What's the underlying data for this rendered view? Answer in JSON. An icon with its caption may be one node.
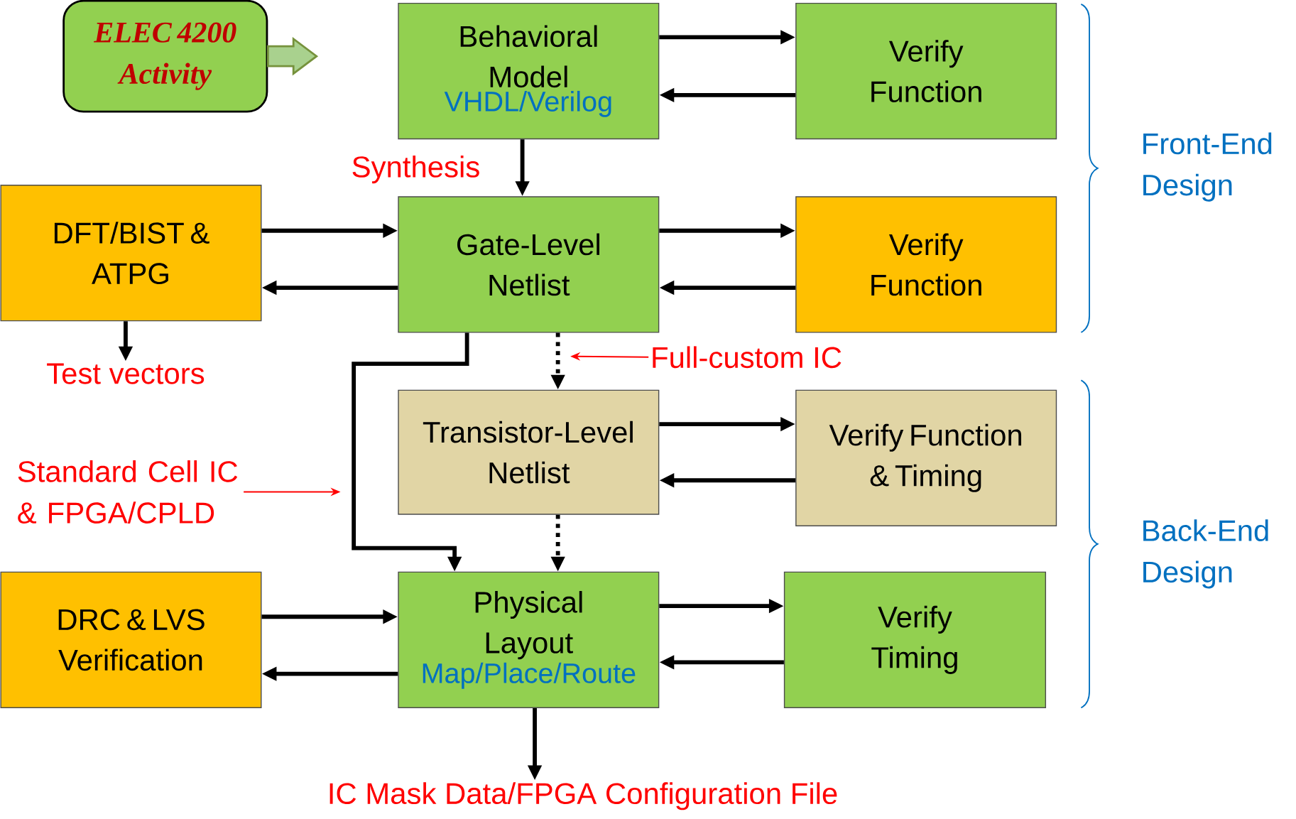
{
  "diagram": {
    "nodes": [
      {
        "text": [
          "ELEC 4200 Activity"
        ]
      },
      {
        "text": [
          "Behavioral Model",
          "VHDL/Verilog"
        ]
      },
      {
        "text": [
          "Verify Function"
        ]
      },
      {
        "text": [
          "DFT/BIST & ATPG"
        ]
      },
      {
        "text": [
          "Gate-Level Netlist"
        ]
      },
      {
        "text": [
          "Verify Function"
        ]
      },
      {
        "text": [
          "Transistor-Level Netlist"
        ]
      },
      {
        "text": [
          "Verify Function & Timing"
        ]
      },
      {
        "text": [
          "DRC & LVS Verification"
        ]
      },
      {
        "text": [
          "Physical Layout",
          "Map/Place/Route"
        ]
      },
      {
        "text": [
          "Verify Timing"
        ]
      },
      {
        "text": [
          "Test vectors"
        ]
      },
      {
        "text": [
          "Full-custom IC"
        ]
      },
      {
        "text": [
          "Standard Cell IC & FPGA/CPLD"
        ]
      },
      {
        "text": [
          "IC Mask Data/FPGA Configuration File"
        ]
      }
    ],
    "edges": [
      {
        "from": 0,
        "to": null,
        "arrow": "to",
        "style": "thick",
        "color": "#76923c"
      },
      {
        "from": 1,
        "to": 2,
        "arrow": "to"
      },
      {
        "from": 2,
        "to": 1,
        "arrow": "to"
      },
      {
        "from": 1,
        "to": 4,
        "arrow": "to",
        "label": "Synthesis"
      },
      {
        "from": 3,
        "to": 4,
        "arrow": "to"
      },
      {
        "from": 4,
        "to": 3,
        "arrow": "to"
      },
      {
        "from": 4,
        "to": 5,
        "arrow": "to"
      },
      {
        "from": 5,
        "to": 4,
        "arrow": "to"
      },
      {
        "from": 3,
        "to": 11,
        "arrow": "to"
      },
      {
        "from": 4,
        "to": 6,
        "arrow": "to",
        "style": "dashed"
      },
      {
        "from": 12,
        "to": null,
        "arrow": "to",
        "color": "#ff0000"
      },
      {
        "from": 4,
        "to": 9,
        "arrow": "to"
      },
      {
        "from": 6,
        "to": 7,
        "arrow": "to"
      },
      {
        "from": 7,
        "to": 6,
        "arrow": "to"
      },
      {
        "from": 6,
        "to": 9,
        "arrow": "to",
        "style": "dashed"
      },
      {
        "from": 13,
        "to": null,
        "arrow": "to",
        "color": "#ff0000"
      },
      {
        "from": 8,
        "to": 9,
        "arrow": "to"
      },
      {
        "from": 9,
        "to": 8,
        "arrow": "to"
      },
      {
        "from": 9,
        "to": 10,
        "arrow": "to"
      },
      {
        "from": 10,
        "to": 9,
        "arrow": "to"
      },
      {
        "from": 9,
        "to": 14,
        "arrow": "to"
      }
    ],
    "labels": [
      "Front-End Design",
      "Back-End Design"
    ]
  }
}
